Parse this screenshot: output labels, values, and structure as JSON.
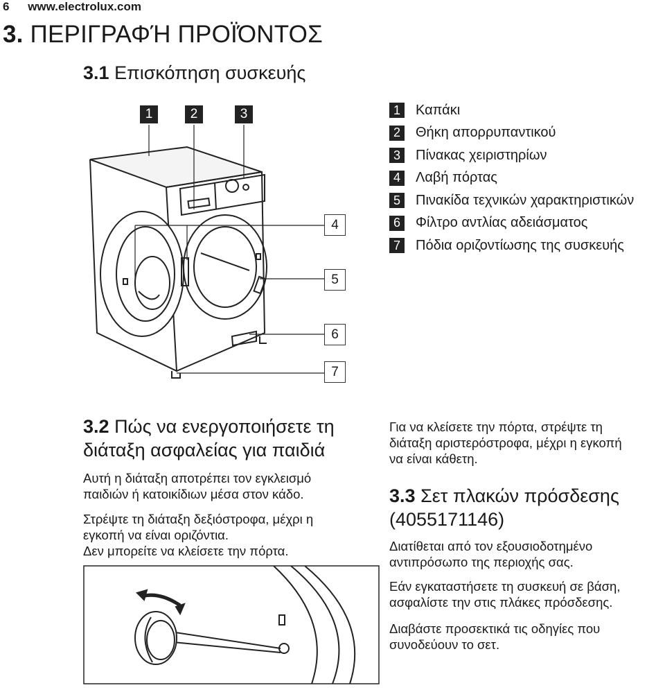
{
  "header": {
    "page_number": "6",
    "site": "www.electrolux.com"
  },
  "section": {
    "number": "3.",
    "title": "ΠΕΡΙΓΡΑΦΉ ΠΡΟΪΌΝΤΟΣ"
  },
  "overview": {
    "number": "3.1",
    "title": "Επισκόπηση συσκευής",
    "diagram_markers": [
      "1",
      "2",
      "3",
      "4",
      "5",
      "6",
      "7"
    ],
    "legend": [
      {
        "num": "1",
        "label": "Καπάκι"
      },
      {
        "num": "2",
        "label": "Θήκη απορρυπαντικού"
      },
      {
        "num": "3",
        "label": "Πίνακας χειριστηρίων"
      },
      {
        "num": "4",
        "label": "Λαβή πόρτας"
      },
      {
        "num": "5",
        "label": "Πινακίδα τεχνικών χαρακτηριστικών"
      },
      {
        "num": "6",
        "label": "Φίλτρο αντλίας αδειάσματος"
      },
      {
        "num": "7",
        "label": "Πόδια οριζοντίωσης της συσκευής"
      }
    ]
  },
  "child_lock": {
    "number": "3.2",
    "title_line1": "Πώς να ενεργοποιήσετε τη",
    "title_line2": "διάταξη ασφαλείας για παιδιά",
    "p1_line1": "Αυτή η διάταξη αποτρέπει τον εγκλεισμό",
    "p1_line2": "παιδιών ή κατοικίδιων μέσα στον κάδο.",
    "p2_line1": "Στρέψτε τη διάταξη δεξιόστροφα, μέχρι η",
    "p2_line2": "εγκοπή να είναι οριζόντια.",
    "p2_line3": "Δεν μπορείτε να κλείσετε την πόρτα.",
    "p3_line1": "Για να κλείσετε την πόρτα, στρέψτε τη",
    "p3_line2": "διάταξη αριστερόστροφα, μέχρι η εγκοπή",
    "p3_line3": "να είναι κάθετη."
  },
  "fixing_kit": {
    "number": "3.3",
    "title_line1": "Σετ πλακών πρόσδεσης",
    "title_line2": "(4055171146)",
    "p1_line1": "Διατίθεται από τον εξουσιοδοτημένο",
    "p1_line2": "αντιπρόσωπο της περιοχής σας.",
    "p2_line1": "Εάν εγκαταστήσετε τη συσκευή σε βάση,",
    "p2_line2": "ασφαλίστε την στις πλάκες πρόσδεσης.",
    "p3_line1": "Διαβάστε προσεκτικά τις οδηγίες που",
    "p3_line2": "συνοδεύουν το σετ."
  }
}
